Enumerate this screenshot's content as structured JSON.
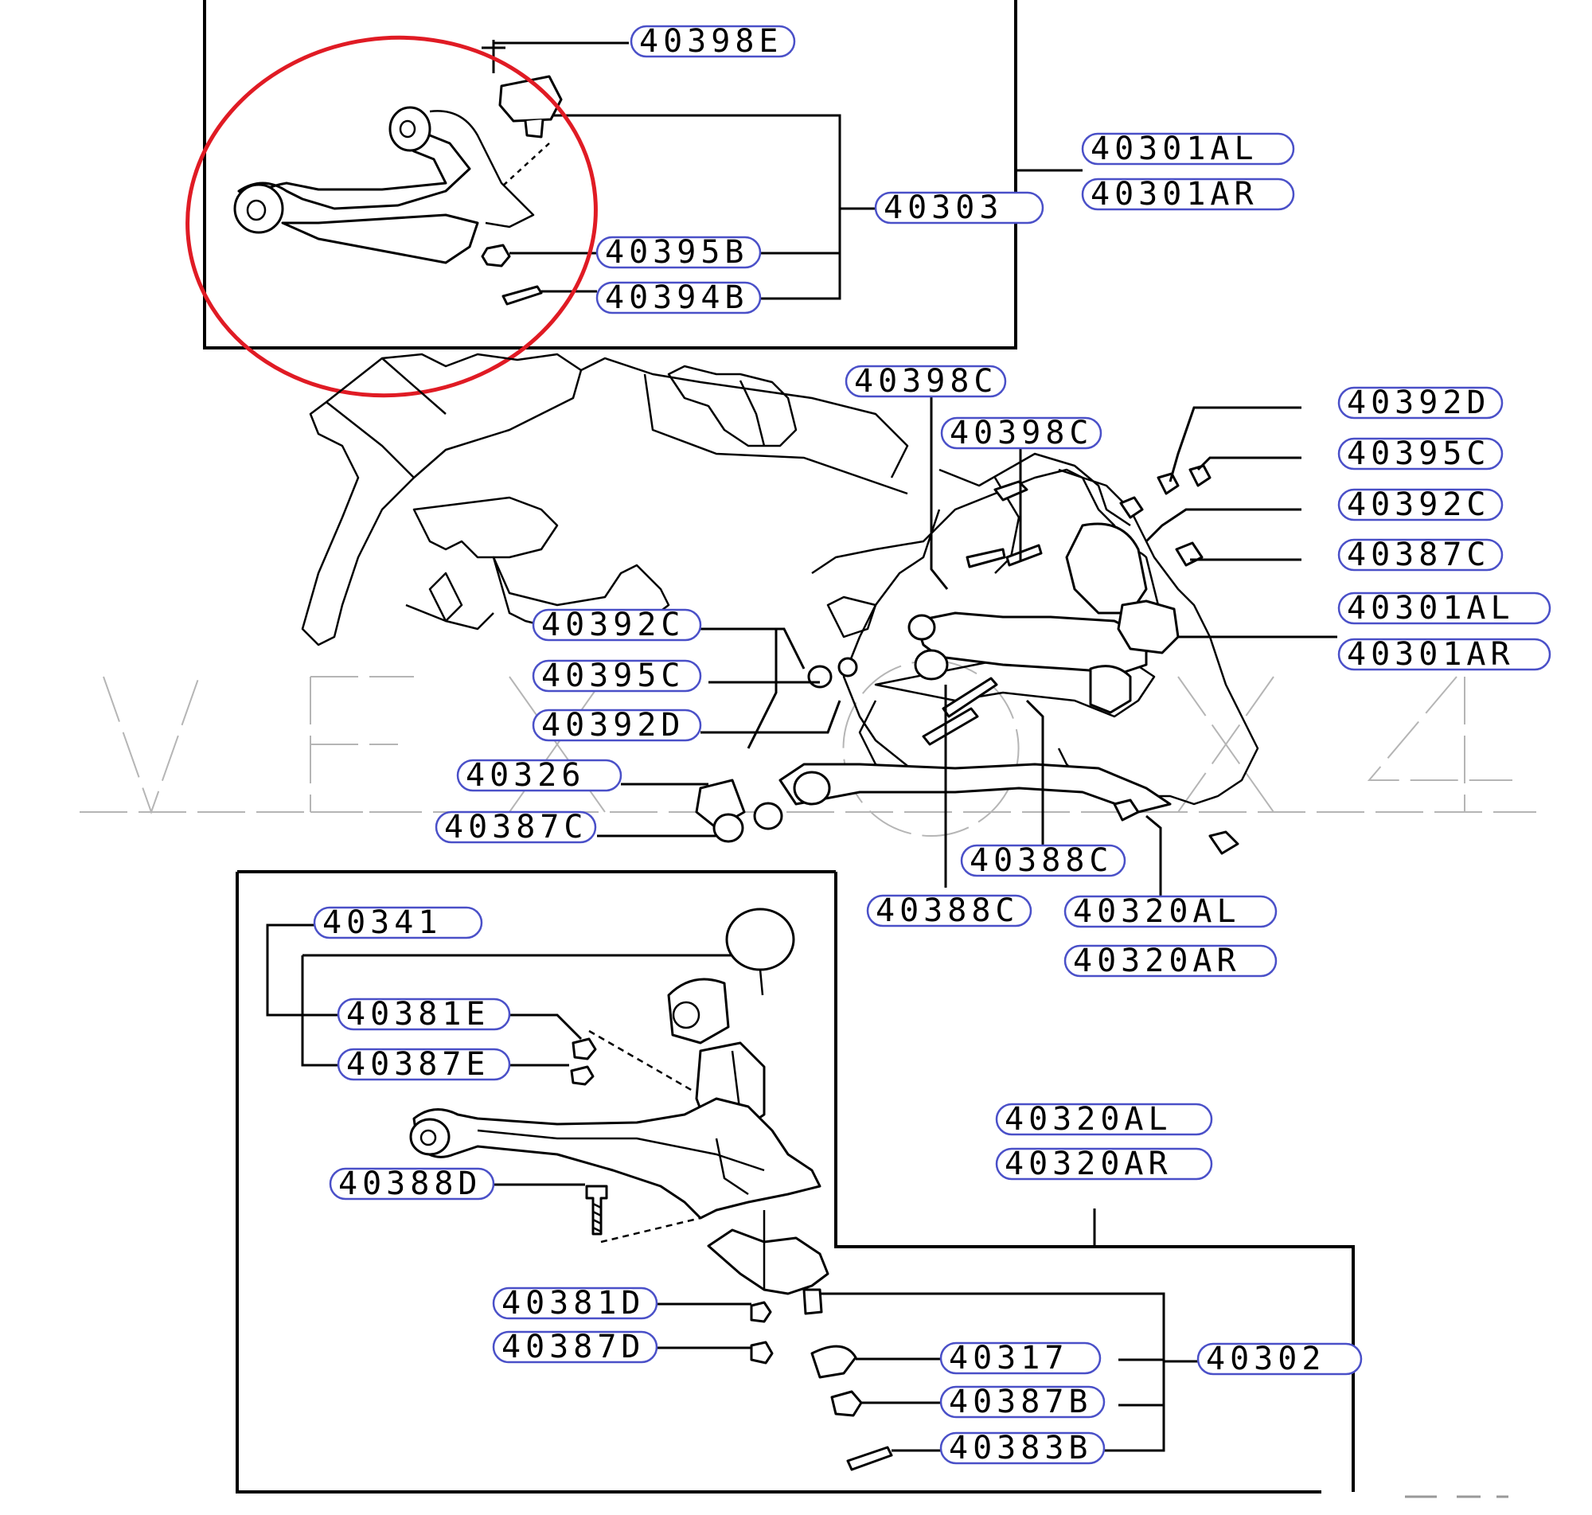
{
  "labels": {
    "p40398E": "40398E",
    "p40301AL_top": "40301AL",
    "p40301AR_top": "40301AR",
    "p40303": "40303",
    "p40395B": "40395B",
    "p40394B": "40394B",
    "p40398C_a": "40398C",
    "p40398C_b": "40398C",
    "p40392D_r": "40392D",
    "p40395C_r": "40395C",
    "p40392C_r": "40392C",
    "p40387C_r": "40387C",
    "p40301AL_mid": "40301AL",
    "p40301AR_mid": "40301AR",
    "p40392C_l": "40392C",
    "p40395C_l": "40395C",
    "p40392D_l": "40392D",
    "p40326": "40326",
    "p40387C_l": "40387C",
    "p40388C_a": "40388C",
    "p40388C_b": "40388C",
    "p40320AL_mid": "40320AL",
    "p40320AR_mid": "40320AR",
    "p40341": "40341",
    "p40381E": "40381E",
    "p40387E": "40387E",
    "p40320AL_low": "40320AL",
    "p40320AR_low": "40320AR",
    "p40388D": "40388D",
    "p40381D": "40381D",
    "p40387D": "40387D",
    "p40317": "40317",
    "p40302": "40302",
    "p40387B": "40387B",
    "p40383B": "40383B"
  },
  "colors": {
    "highlight_circle": "#e01b24",
    "label_outline": "#4a50c8",
    "line": "#000000"
  }
}
